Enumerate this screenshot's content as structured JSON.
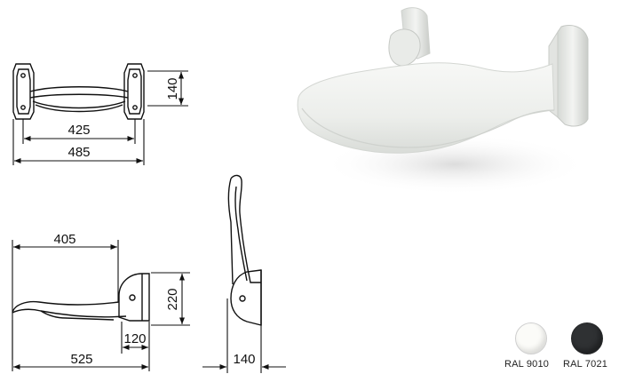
{
  "dimensions": {
    "top_view": {
      "width_inner": "425",
      "width_outer": "485",
      "height": "140"
    },
    "side_view": {
      "depth": "405",
      "mount_height": "220",
      "mount_offset": "120",
      "total_depth": "525"
    },
    "folded_view": {
      "depth": "140"
    }
  },
  "colors": [
    {
      "code": "RAL 9010",
      "hex": "#fbfbf8"
    },
    {
      "code": "RAL 7021",
      "hex": "#2f3133"
    }
  ]
}
